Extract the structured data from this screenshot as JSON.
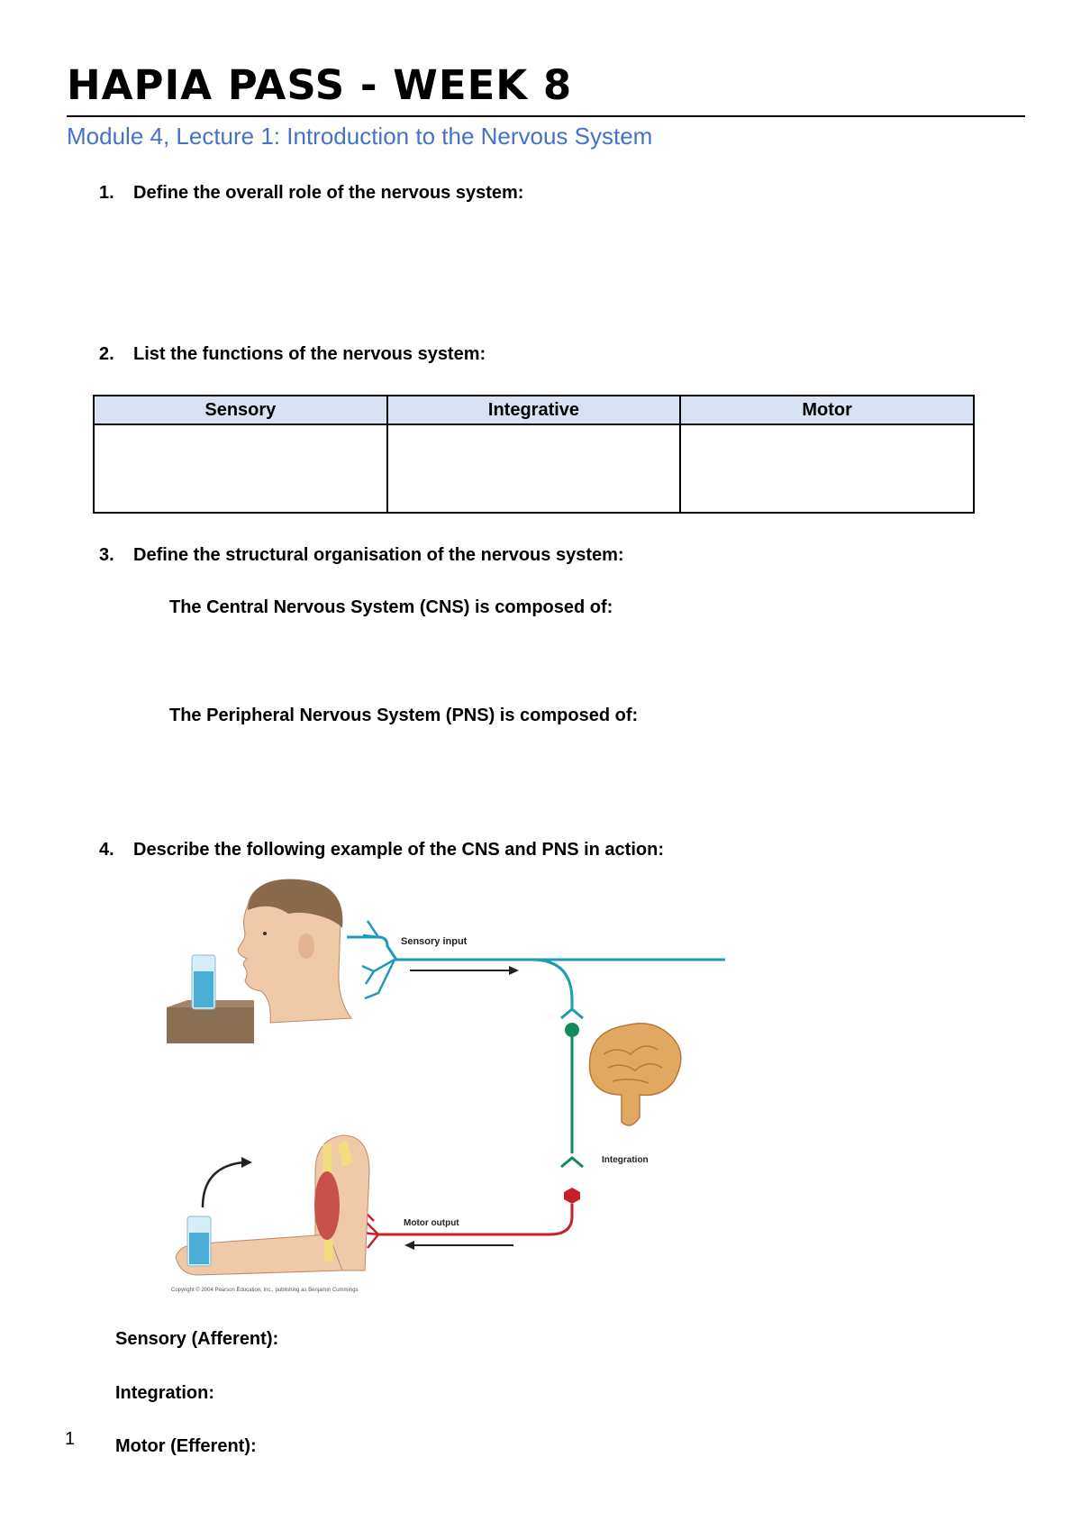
{
  "header": {
    "title": "HAPIA PASS - WEEK 8",
    "subtitle": "Module 4, Lecture 1: Introduction to the Nervous System"
  },
  "questions": [
    {
      "number": "1.",
      "text": "Define the overall role of the nervous system:"
    },
    {
      "number": "2.",
      "text": "List the functions of the nervous system:"
    },
    {
      "number": "3.",
      "text": "Define the structural organisation of the nervous system:"
    },
    {
      "number": "4.",
      "text": "Describe the following example of the CNS and PNS in action:"
    }
  ],
  "functions_table": {
    "headers": [
      "Sensory",
      "Integrative",
      "Motor"
    ]
  },
  "structure": {
    "cns": "The Central Nervous System (CNS) is composed of:",
    "pns": "The Peripheral Nervous System (PNS) is composed of:"
  },
  "figure": {
    "sensory_label": "Sensory input",
    "integration_label": "Integration",
    "motor_label": "Motor output",
    "copyright": "Copyright © 2004 Pearson Education, Inc., publishing as Benjamin Cummings",
    "colors": {
      "sensory": "#1e9bb5",
      "motor": "#c8202a",
      "sensory_node": "#138a5e",
      "brain": "#e0a860"
    }
  },
  "answers": {
    "sensory": "Sensory (Afferent):",
    "integration": "Integration:",
    "motor": "Motor (Efferent):"
  },
  "page_number": "1"
}
